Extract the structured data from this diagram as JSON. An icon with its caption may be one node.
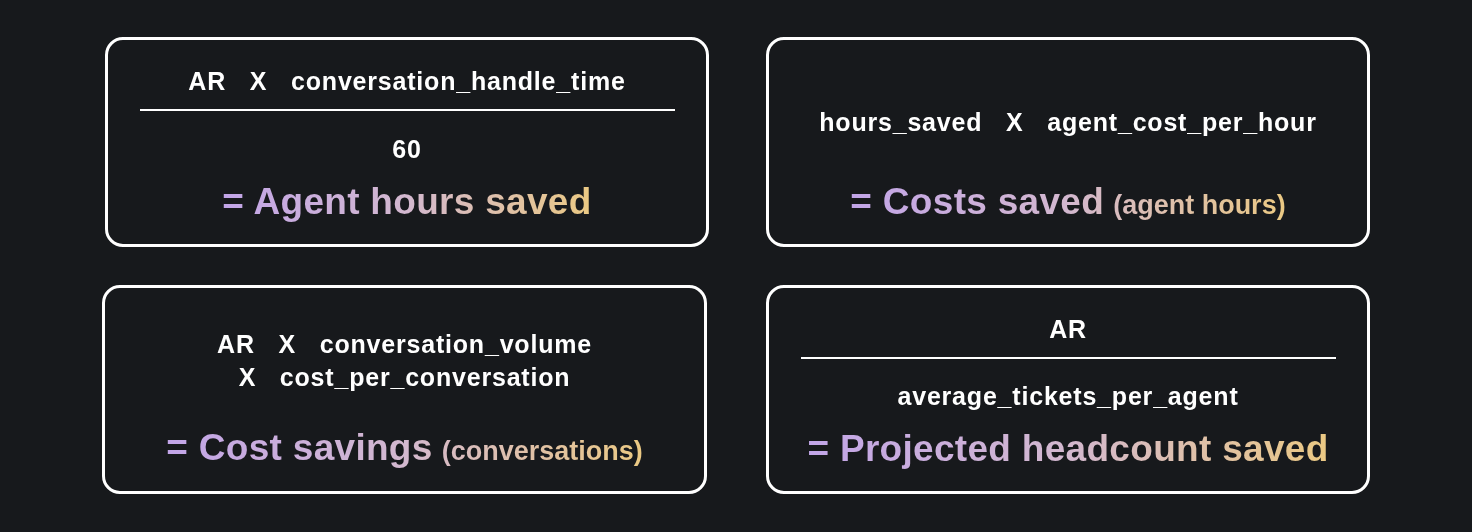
{
  "diagram": {
    "nodes": [
      {
        "text": [
          "AR X conversation_handle_time",
          "60",
          "= Agent hours saved"
        ]
      },
      {
        "text": [
          "hours_saved X agent_cost_per_hour",
          "= Costs saved",
          "(agent hours)"
        ]
      },
      {
        "text": [
          "AR X conversation_volume X cost_per_conversation",
          "= Cost savings",
          "(conversations)"
        ]
      },
      {
        "text": [
          "AR",
          "average_tickets_per_agent",
          "= Projected headcount saved"
        ]
      }
    ]
  }
}
